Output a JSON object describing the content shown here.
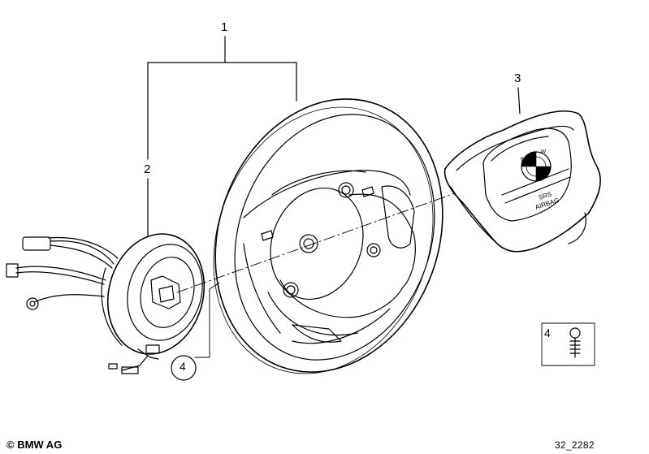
{
  "callouts": {
    "part1": "1",
    "part2": "2",
    "part3": "3",
    "part4_circle": "4",
    "part4_box": "4"
  },
  "airbag_cover": {
    "logo_letters": [
      "B",
      "M",
      "W"
    ],
    "text_line1": "SRS",
    "text_line2": "AIRBAG"
  },
  "footer": {
    "copyright": "© BMW AG",
    "drawing_number": "32_2282"
  }
}
